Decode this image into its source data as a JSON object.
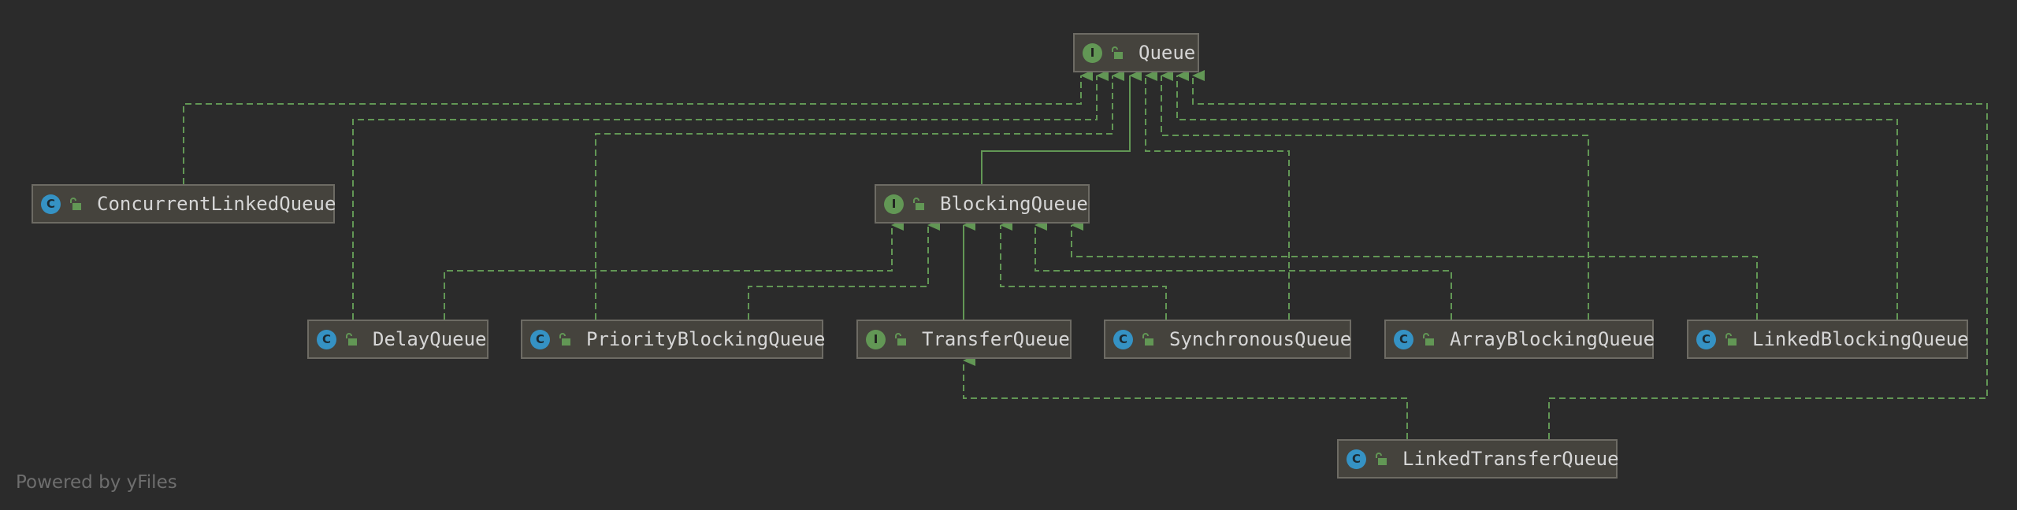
{
  "nodes": {
    "queue": {
      "label": "Queue",
      "kind": "interface",
      "badge": "I"
    },
    "blockingQueue": {
      "label": "BlockingQueue",
      "kind": "interface",
      "badge": "I"
    },
    "concurrentLinkedQueue": {
      "label": "ConcurrentLinkedQueue",
      "kind": "class",
      "badge": "C"
    },
    "delayQueue": {
      "label": "DelayQueue",
      "kind": "class",
      "badge": "C"
    },
    "priorityBlockingQueue": {
      "label": "PriorityBlockingQueue",
      "kind": "class",
      "badge": "C"
    },
    "transferQueue": {
      "label": "TransferQueue",
      "kind": "interface",
      "badge": "I"
    },
    "synchronousQueue": {
      "label": "SynchronousQueue",
      "kind": "class",
      "badge": "C"
    },
    "arrayBlockingQueue": {
      "label": "ArrayBlockingQueue",
      "kind": "class",
      "badge": "C"
    },
    "linkedBlockingQueue": {
      "label": "LinkedBlockingQueue",
      "kind": "class",
      "badge": "C"
    },
    "linkedTransferQueue": {
      "label": "LinkedTransferQueue",
      "kind": "class",
      "badge": "C"
    }
  },
  "edges": [
    {
      "from": "blockingQueue",
      "to": "queue",
      "type": "extends"
    },
    {
      "from": "concurrentLinkedQueue",
      "to": "queue",
      "type": "implements"
    },
    {
      "from": "delayQueue",
      "to": "queue",
      "type": "implements"
    },
    {
      "from": "priorityBlockingQueue",
      "to": "queue",
      "type": "implements"
    },
    {
      "from": "synchronousQueue",
      "to": "queue",
      "type": "implements"
    },
    {
      "from": "arrayBlockingQueue",
      "to": "queue",
      "type": "implements"
    },
    {
      "from": "linkedBlockingQueue",
      "to": "queue",
      "type": "implements"
    },
    {
      "from": "linkedTransferQueue",
      "to": "queue",
      "type": "implements"
    },
    {
      "from": "delayQueue",
      "to": "blockingQueue",
      "type": "implements"
    },
    {
      "from": "priorityBlockingQueue",
      "to": "blockingQueue",
      "type": "implements"
    },
    {
      "from": "transferQueue",
      "to": "blockingQueue",
      "type": "extends"
    },
    {
      "from": "synchronousQueue",
      "to": "blockingQueue",
      "type": "implements"
    },
    {
      "from": "arrayBlockingQueue",
      "to": "blockingQueue",
      "type": "implements"
    },
    {
      "from": "linkedBlockingQueue",
      "to": "blockingQueue",
      "type": "implements"
    },
    {
      "from": "linkedTransferQueue",
      "to": "transferQueue",
      "type": "implements"
    }
  ],
  "colors": {
    "background": "#2b2b2b",
    "edge": "#629755",
    "interfaceBadge": "#629755",
    "classBadge": "#3592c4"
  },
  "footer": "Powered by yFiles"
}
